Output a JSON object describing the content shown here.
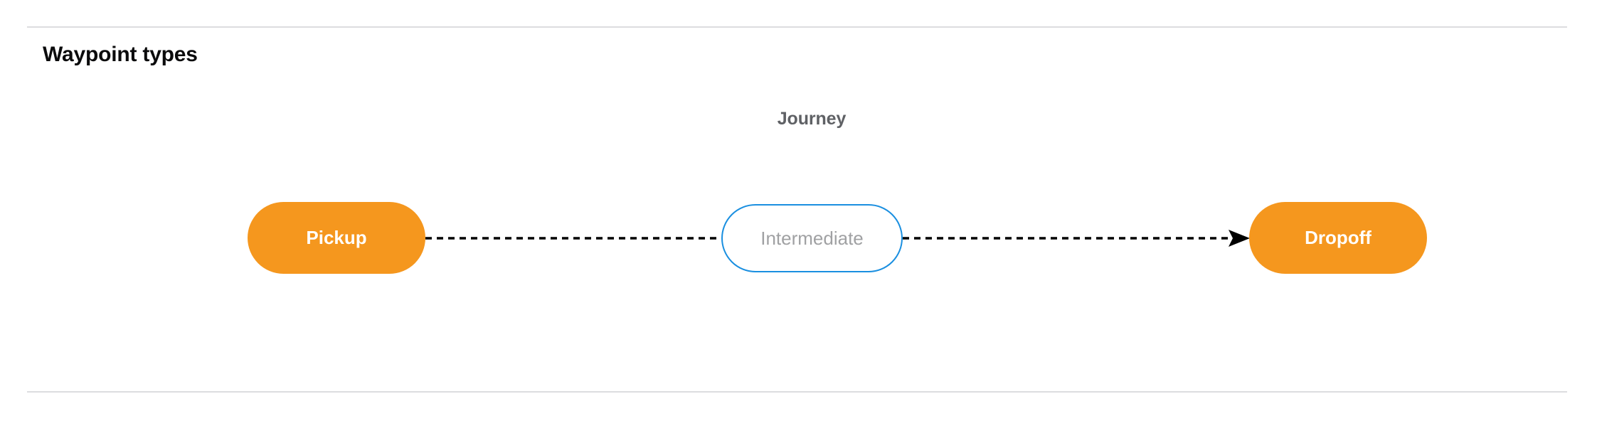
{
  "page": {
    "title": "Waypoint types"
  },
  "diagram": {
    "group_label": "Journey",
    "nodes": [
      {
        "id": "pickup",
        "label": "Pickup",
        "style": "filled",
        "fill": "#f5971e",
        "text_color": "#ffffff"
      },
      {
        "id": "intermediate",
        "label": "Intermediate",
        "style": "outlined",
        "border_color": "#1a8fe0",
        "fill": "#ffffff",
        "text_color": "#a0a1a3"
      },
      {
        "id": "dropoff",
        "label": "Dropoff",
        "style": "filled",
        "fill": "#f5971e",
        "text_color": "#ffffff"
      }
    ],
    "edges": [
      {
        "from": "pickup",
        "to": "intermediate",
        "style": "dashed",
        "arrowhead": false,
        "color": "#000000"
      },
      {
        "from": "intermediate",
        "to": "dropoff",
        "style": "dashed",
        "arrowhead": true,
        "color": "#000000"
      }
    ]
  },
  "colors": {
    "rule": "#dcdddf",
    "accent_orange": "#f5971e",
    "accent_blue": "#1a8fe0",
    "label_gray": "#5f6165"
  }
}
